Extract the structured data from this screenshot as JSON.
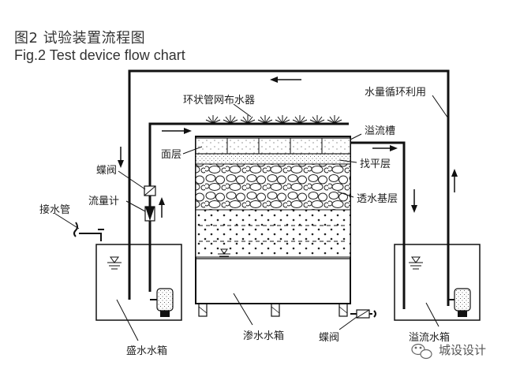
{
  "figure": {
    "title_cn": "图2 试验装置流程图",
    "title_en": "Fig.2 Test device flow chart"
  },
  "labels": {
    "recycle": "水量循环利用",
    "sprinkler": "环状管网布水器",
    "overflow_trough": "溢流槽",
    "surface_layer": "面层",
    "leveling_layer": "找平层",
    "permeable_base": "透水基层",
    "butterfly_valve_top": "蝶阀",
    "flow_meter": "流量计",
    "inlet_pipe": "接水管",
    "storage_tank": "盛水水箱",
    "seepage_tank": "渗水水箱",
    "butterfly_valve_bottom": "蝶阀",
    "overflow_tank": "溢流水箱"
  },
  "watermark": {
    "text": "城设设计",
    "icon": "wechat-icon"
  },
  "colors": {
    "line": "#111111",
    "text": "#222222",
    "background": "#ffffff"
  }
}
